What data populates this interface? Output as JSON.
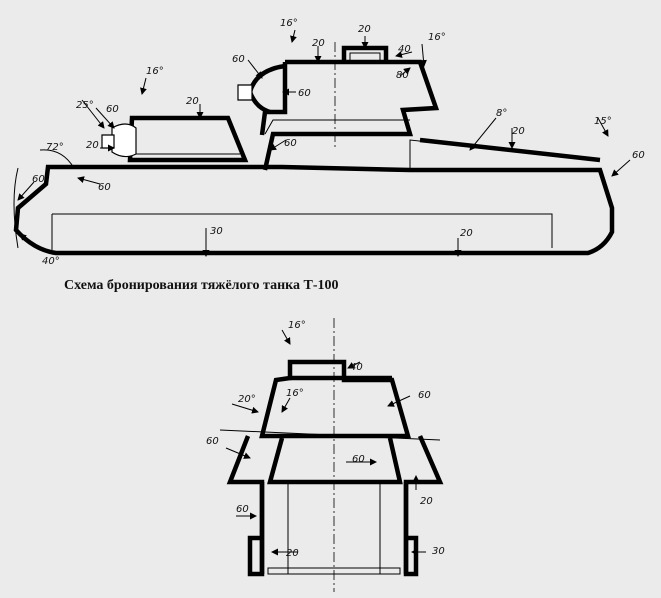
{
  "caption": "Схема бронирования тяжёлого танка Т-100",
  "side_view": {
    "labels": {
      "turret_rear_angle": "16°",
      "turret_top": "20",
      "hatch": "20",
      "roof_thickness": "40",
      "rear_angle": "16°",
      "turret_front": "60",
      "turret_side_a": "80",
      "turret_side_b": "60",
      "mantlet_angle": "16°",
      "turret2_top": "20",
      "turret2_front": "60",
      "gun_angle": "25°",
      "bow_a": "20",
      "bow_b": "60",
      "body_upper": "60",
      "engine_angle": "8°",
      "engine_deck": "20",
      "rear_plate_angle": "15°",
      "rear_plate": "60",
      "glacis_angle": "72°",
      "lower_front": "60",
      "bottom_angle": "40°",
      "floor_front": "30",
      "floor_rear": "20"
    }
  },
  "front_view": {
    "labels": {
      "top_angle": "16°",
      "roof": "40",
      "turret_side": "60",
      "upper_angle": "20°",
      "inner_angle": "16°",
      "left_side": "60",
      "lower_turret": "60",
      "right_side": "20",
      "hull_side": "60",
      "track_a": "20",
      "track_b": "30"
    }
  }
}
